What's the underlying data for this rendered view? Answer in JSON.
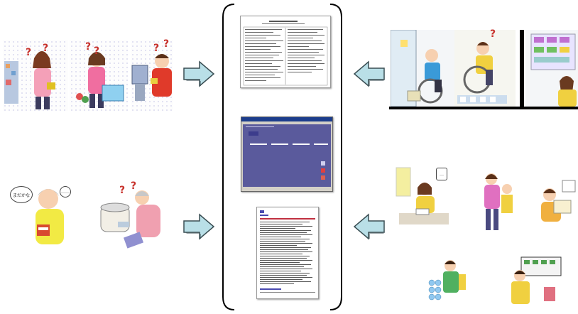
{
  "diagram": {
    "question_mark": "?",
    "speech_bubbles": [
      "まだかな",
      "……",
      "…"
    ],
    "center_panel": {
      "documents": [
        "paper-form-document",
        "software-window-screenshot",
        "web-page-document"
      ]
    },
    "scenes_left_top": [
      "shopper-confused-at-store",
      "woman-shopping-basket",
      "man-with-box-product"
    ],
    "scenes_left_bottom": [
      "elderly-woman-puzzled-at-package",
      "elderly-woman-using-rice-cooker"
    ],
    "scenes_right_top": [
      "wheelchair-user-at-glass-door",
      "wheelchair-user-at-crosswalk",
      "woman-viewing-screen"
    ],
    "scenes_right_bottom": [
      "woman-at-desk-reading",
      "woman-walking-outside",
      "person-reading-newspaper",
      "man-at-atm",
      "man-at-ticket-machine"
    ],
    "colors": {
      "arrow_fill": "#b9dfe7",
      "arrow_stroke": "#3a4e53",
      "panel_border": "#000000",
      "window_bg": "#5a5a9c"
    }
  }
}
